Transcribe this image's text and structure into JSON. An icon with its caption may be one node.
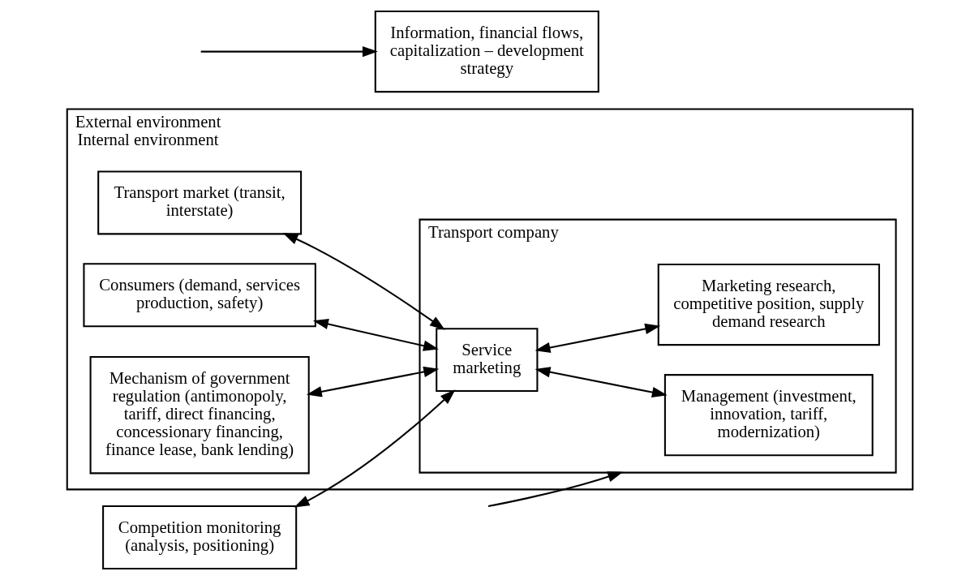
{
  "diagram": {
    "nodes": [
      {
        "text": [
          "External environment",
          "Internal environment"
        ]
      },
      {
        "text": [
          "Transport market (transit, interstate)"
        ],
        "in": 0
      },
      {
        "text": [
          "Consumers (demand, services production, safety)"
        ],
        "in": 0
      },
      {
        "text": [
          "Mechanism of government regulation (antimonopoly, tariff, direct financing, concessionary financing, finance lease, bank lending)"
        ],
        "in": 0
      },
      {
        "text": [
          "Competition monitoring (analysis, positioning)"
        ]
      },
      {
        "text": [
          "Transport company"
        ],
        "in": 0
      },
      {
        "text": [
          "Management (investment, innovation, tariff, modernization)"
        ],
        "in": 5
      },
      {
        "text": [
          "Service marketing"
        ],
        "in": 5
      },
      {
        "text": [
          "Marketing research, competitive position, supply demand research"
        ],
        "in": 5
      },
      {
        "text": [
          "Information, financial flows, capitalization – development strategy"
        ]
      }
    ],
    "edges": [
      {
        "from": 1,
        "to": 7,
        "arrow": "both"
      },
      {
        "from": 2,
        "to": 7,
        "arrow": "both"
      },
      {
        "from": 3,
        "to": 7,
        "arrow": "both"
      },
      {
        "from": 4,
        "to": 7,
        "arrow": "both"
      },
      {
        "from": 7,
        "to": 6,
        "arrow": "both"
      },
      {
        "from": 7,
        "to": 8,
        "arrow": "both"
      },
      {
        "from": null,
        "to": 5,
        "arrow": "to"
      },
      {
        "from": null,
        "to": 9,
        "arrow": "to"
      }
    ]
  }
}
